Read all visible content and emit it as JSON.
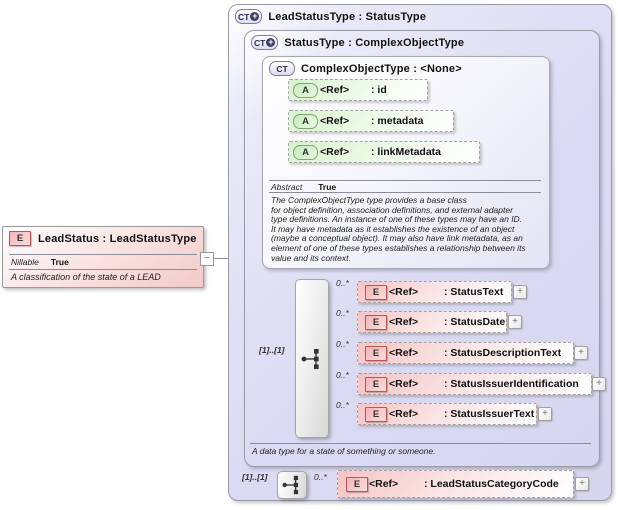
{
  "symbols": {
    "collapse": "−",
    "expand": "+",
    "ct_plus": "+"
  },
  "colors": {
    "container_fill": "#dadaf2",
    "element_fill": "#f5c4c4",
    "attribute_fill": "#d9f2cf",
    "element_badge_border": "#bb5555",
    "attribute_badge_border": "#7fa477",
    "container_border": "#9b9ba8"
  },
  "root_element": {
    "badge": "E",
    "title": "LeadStatus : LeadStatusType",
    "nillable_label": "Nillable",
    "nillable_value": "True",
    "description": "A classification of the state of a LEAD"
  },
  "lead_status_type": {
    "badge": "CT",
    "title": "LeadStatusType : StatusType"
  },
  "status_type": {
    "badge": "CT",
    "title": "StatusType : ComplexObjectType",
    "footer": "A data type for a state of something or someone."
  },
  "complex_object_type": {
    "badge": "CT",
    "title": "ComplexObjectType : <None>",
    "abstract_label": "Abstract",
    "abstract_value": "True",
    "description": "The ComplexObjectType type provides a base class\nfor object definition, association definitions, and external adapter\ntype definitions. An instance of one of these types may have an ID.\nIt may have metadata as it establishes the existence of an object\n(maybe a conceptual object). It may also have link metadata, as an\nelement of one of these types establishes a relationship between its\nvalue and its context.",
    "attributes": [
      {
        "badge": "A",
        "ref": "<Ref>",
        "name": ": id"
      },
      {
        "badge": "A",
        "ref": "<Ref>",
        "name": ": metadata"
      },
      {
        "badge": "A",
        "ref": "<Ref>",
        "name": ": linkMetadata"
      }
    ]
  },
  "sequence": {
    "cardinality": "[1]..[1]",
    "elements": [
      {
        "badge": "E",
        "cardinality": "0..*",
        "ref": "<Ref>",
        "name": ": StatusText"
      },
      {
        "badge": "E",
        "cardinality": "0..*",
        "ref": "<Ref>",
        "name": ": StatusDate"
      },
      {
        "badge": "E",
        "cardinality": "0..*",
        "ref": "<Ref>",
        "name": ": StatusDescriptionText"
      },
      {
        "badge": "E",
        "cardinality": "0..*",
        "ref": "<Ref>",
        "name": ": StatusIssuerIdentification"
      },
      {
        "badge": "E",
        "cardinality": "0..*",
        "ref": "<Ref>",
        "name": ": StatusIssuerText"
      }
    ]
  },
  "bottom_sequence": {
    "cardinality": "[1]..[1]",
    "element": {
      "badge": "E",
      "cardinality": "0..*",
      "ref": "<Ref>",
      "name": ": LeadStatusCategoryCode"
    }
  }
}
